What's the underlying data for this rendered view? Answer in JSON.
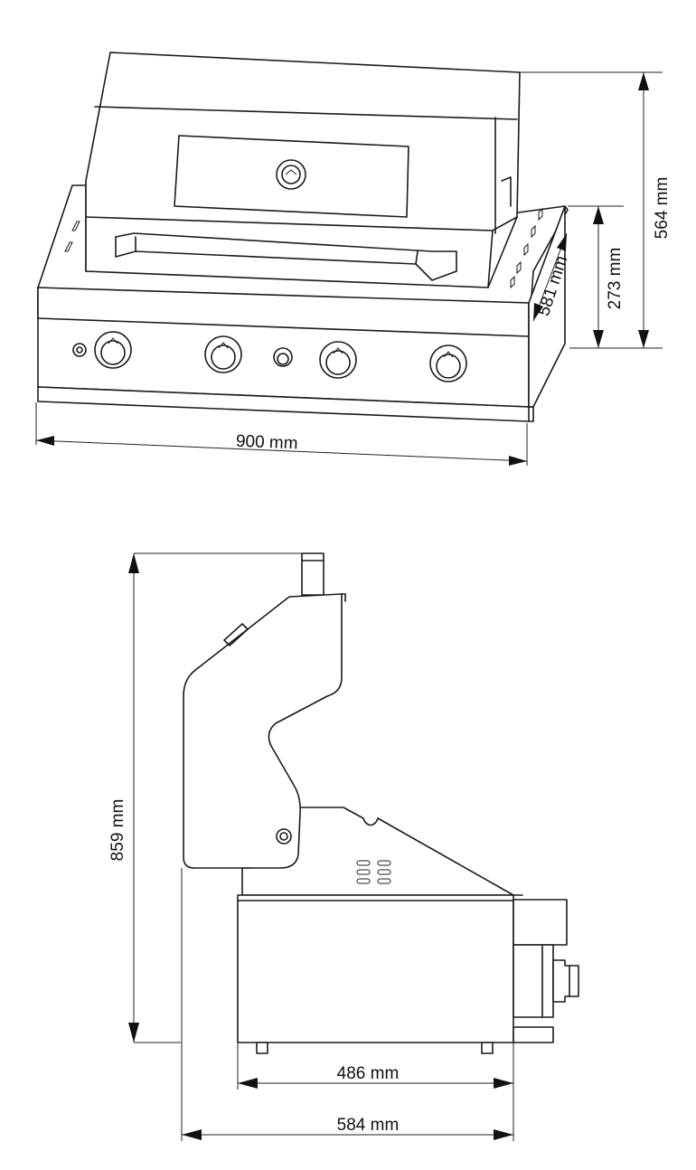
{
  "dimensions": {
    "front_width": "900 mm",
    "front_height_total": "564 mm",
    "front_height_base": "273 mm",
    "front_depth": "581 mm",
    "side_height": "859 mm",
    "side_base_depth": "486 mm",
    "side_total_depth": "584 mm"
  },
  "colors": {
    "line": "#1a1a1a",
    "background": "#ffffff"
  }
}
